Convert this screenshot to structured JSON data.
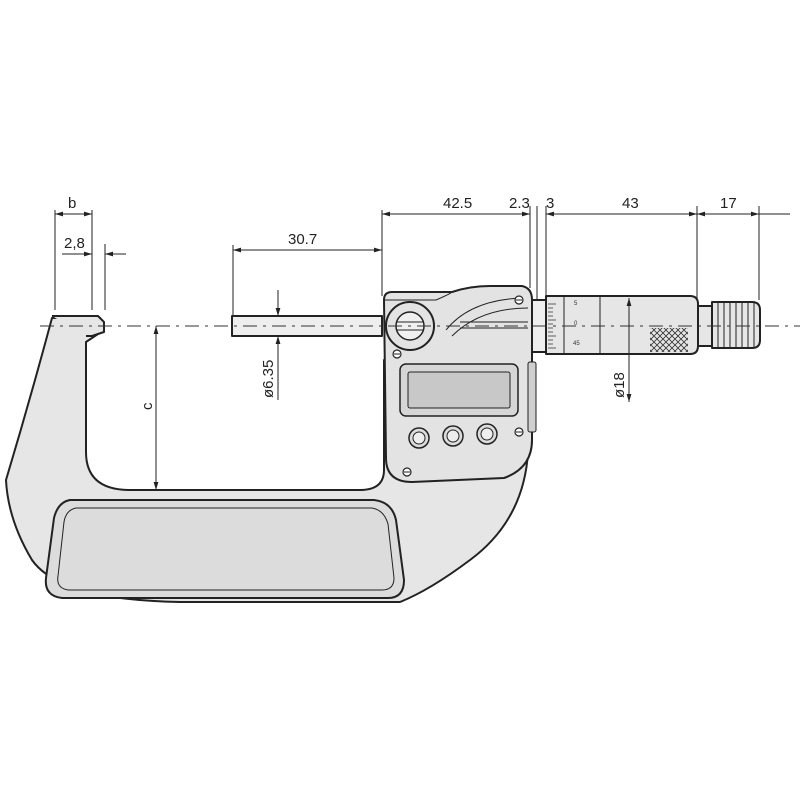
{
  "dimensions": {
    "b": "b",
    "anvil_width": "2,8",
    "spindle_length": "30.7",
    "head_span": "42.5",
    "gap_a": "2.3",
    "gap_b": "3",
    "thimble_length": "43",
    "ratchet_length": "17",
    "spindle_diameter": "ø6.35",
    "thimble_diameter": "ø18",
    "throat_depth": "c"
  },
  "scale_marks": [
    "5",
    "0",
    "45"
  ],
  "colors": {
    "frame_fill": "#e6e6e6",
    "frame_stroke": "#222222",
    "grip_fill": "#dcdcdc",
    "display_fill": "#c8c8c8",
    "dimension_line": "#222222"
  }
}
